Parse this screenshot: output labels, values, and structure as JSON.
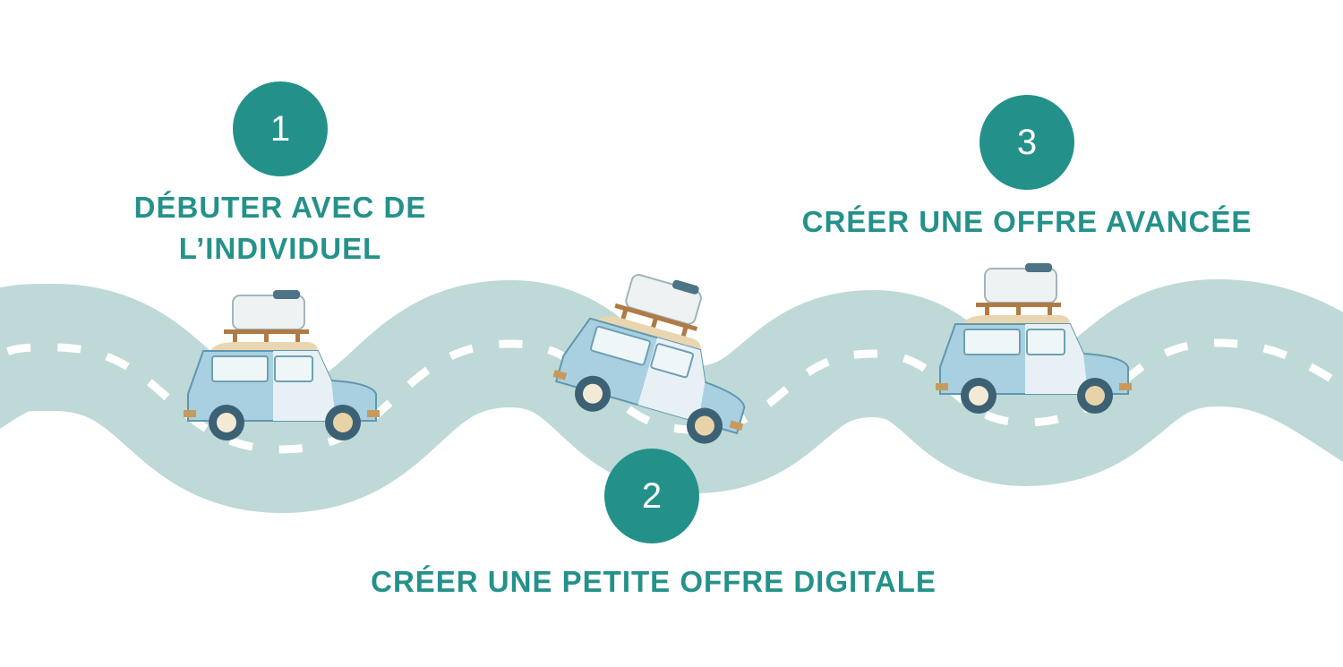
{
  "colors": {
    "road": "#bed9d8",
    "accent": "#23918a",
    "text": "#24918a",
    "dash": "#ffffff"
  },
  "steps": [
    {
      "number": "1",
      "title_line1": "DÉBUTER AVEC DE",
      "title_line2": "L’INDIVIDUEL"
    },
    {
      "number": "2",
      "title": "CRÉER UNE PETITE OFFRE DIGITALE"
    },
    {
      "number": "3",
      "title": "CRÉER UNE OFFRE AVANCÉE"
    }
  ],
  "icons": [
    "road-illustration",
    "car-icon"
  ]
}
